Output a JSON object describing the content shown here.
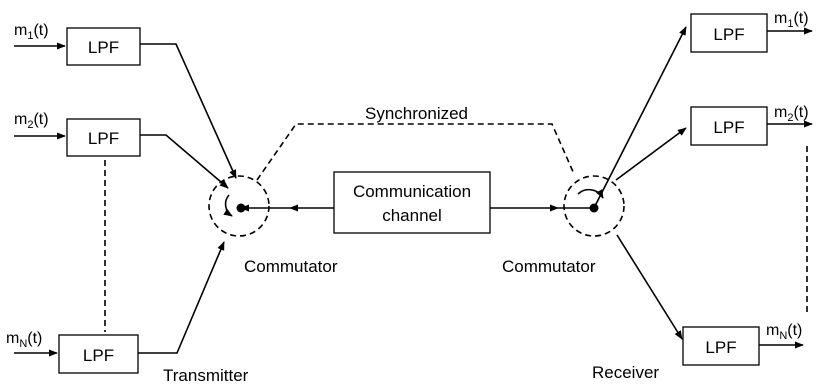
{
  "transmitter": {
    "lpf_label": "LPF",
    "inputs": [
      {
        "base": "m",
        "sub": "1",
        "arg": "(t)"
      },
      {
        "base": "m",
        "sub": "2",
        "arg": "(t)"
      },
      {
        "base": "m",
        "sub": "N",
        "arg": "(t)"
      }
    ],
    "commutator_label": "Commutator",
    "label": "Transmitter"
  },
  "channel": {
    "line1": "Communication",
    "line2": "channel"
  },
  "sync_label": "Synchronized",
  "receiver": {
    "lpf_label": "LPF",
    "outputs": [
      {
        "base": "m",
        "sub": "1",
        "arg": "(t)"
      },
      {
        "base": "m",
        "sub": "2",
        "arg": "(t)"
      },
      {
        "base": "m",
        "sub": "N",
        "arg": "(t)"
      }
    ],
    "commutator_label": "Commutator",
    "label": "Receiver"
  }
}
